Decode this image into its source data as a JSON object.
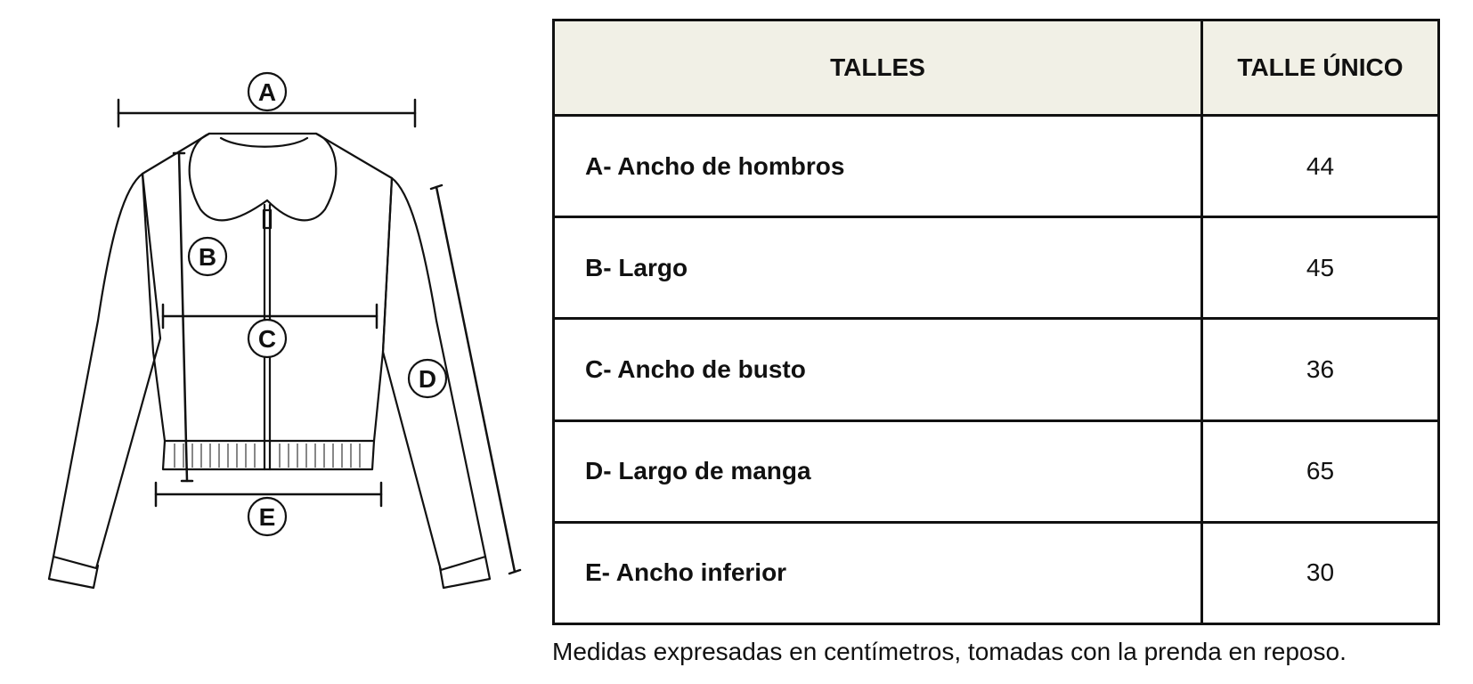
{
  "diagram": {
    "labels": {
      "a": "A",
      "b": "B",
      "c": "C",
      "d": "D",
      "e": "E"
    }
  },
  "table": {
    "headers": [
      "TALLES",
      "TALLE ÚNICO"
    ],
    "rows": [
      {
        "measure": "A- Ancho de hombros",
        "value": "44"
      },
      {
        "measure": "B- Largo",
        "value": "45"
      },
      {
        "measure": "C- Ancho de busto",
        "value": "36"
      },
      {
        "measure": "D- Largo de manga",
        "value": "65"
      },
      {
        "measure": "E- Ancho inferior",
        "value": "30"
      }
    ]
  },
  "footnote": "Medidas expresadas en centímetros, tomadas con la prenda en reposo."
}
